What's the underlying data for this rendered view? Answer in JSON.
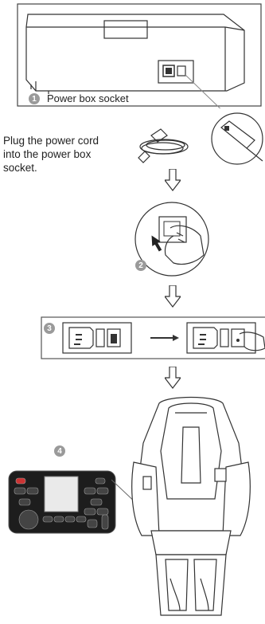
{
  "step1": {
    "number": "1",
    "caption": "Power box socket"
  },
  "instruction": {
    "line1": "Plug the power cord",
    "line2": "into the power box",
    "line3": "socket."
  },
  "step2": {
    "number": "2"
  },
  "step3": {
    "number": "3"
  },
  "step4": {
    "number": "4"
  },
  "icons": [
    "power-box",
    "power-cord",
    "wall-outlet",
    "hand",
    "power-switch",
    "massage-chair",
    "remote-control",
    "down-arrow"
  ],
  "colors": {
    "badge": "#9a9a9a",
    "line": "#333333",
    "frame": "#555555"
  }
}
